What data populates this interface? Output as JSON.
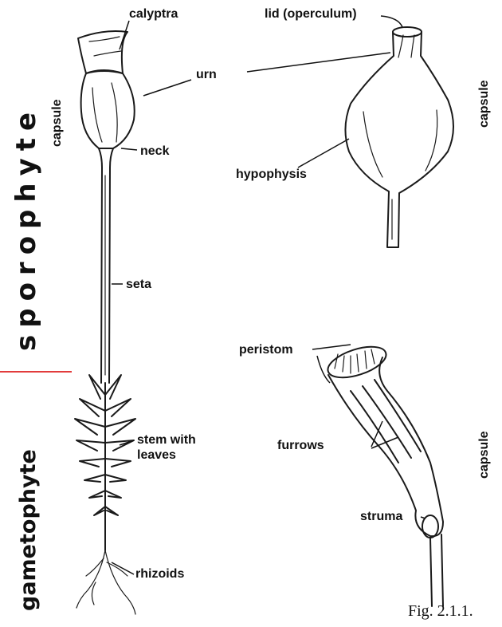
{
  "labels": {
    "calyptra": "calyptra",
    "lid": "lid (operculum)",
    "urn": "urn",
    "capsule_left": "capsule",
    "capsule_right_top": "capsule",
    "capsule_right_bottom": "capsule",
    "neck": "neck",
    "hypophysis": "hypophysis",
    "seta": "seta",
    "peristom": "peristom",
    "furrows": "furrows",
    "struma": "struma",
    "stem_line1": "stem with",
    "stem_line2": "leaves",
    "rhizoids": "rhizoids",
    "sporophyte": "sporophyte",
    "gametophyte": "gametophyte"
  },
  "caption": "Fig. 2.1.1.",
  "colors": {
    "divider": "#e23b3b",
    "ink": "#1a1a1a"
  }
}
